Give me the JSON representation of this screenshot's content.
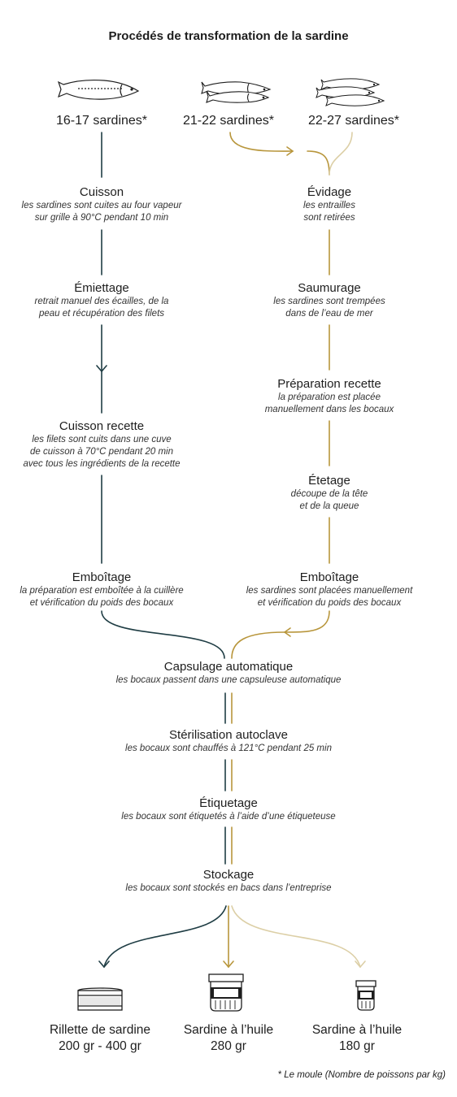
{
  "title": "Procédés de transformation de la sardine",
  "colors": {
    "dark": "#1f3d44",
    "gold": "#b8963c",
    "light": "#dccfa6",
    "text": "#1e1e1e"
  },
  "counts": [
    "16-17 sardines*",
    "21-22 sardines*",
    "22-27 sardines*"
  ],
  "left": {
    "cuisson": {
      "title": "Cuisson",
      "desc": [
        "les sardines sont cuites au four vapeur",
        "sur grille à 90°C pendant 10 min"
      ]
    },
    "emiettage": {
      "title": "Émiettage",
      "desc": [
        "retrait manuel des écailles, de la",
        "peau et récupération des filets"
      ]
    },
    "cuisson_recette": {
      "title": "Cuisson recette",
      "desc": [
        "les filets sont cuits dans une cuve",
        "de cuisson à 70°C pendant 20 min",
        "avec tous les ingrédients de la recette"
      ]
    },
    "emboitage": {
      "title": "Emboîtage",
      "desc": [
        "la préparation est emboîtée à la cuillère",
        "et vérification du poids des bocaux"
      ]
    }
  },
  "right": {
    "evidage": {
      "title": "Évidage",
      "desc": [
        "les entrailles",
        "sont retirées"
      ]
    },
    "saumurage": {
      "title": "Saumurage",
      "desc": [
        "les sardines sont trempées",
        "dans de l’eau de mer"
      ]
    },
    "preparation": {
      "title": "Préparation recette",
      "desc": [
        "la préparation est placée",
        "manuellement dans les bocaux"
      ]
    },
    "etetage": {
      "title": "Étetage",
      "desc": [
        "découpe de la tête",
        "et de la queue"
      ]
    },
    "emboitage": {
      "title": "Emboîtage",
      "desc": [
        "les sardines sont placées manuellement",
        "et vérification du poids des bocaux"
      ]
    }
  },
  "common": {
    "capsulage": {
      "title": "Capsulage automatique",
      "desc": "les bocaux passent dans une capsuleuse automatique"
    },
    "sterilisation": {
      "title": "Stérilisation autoclave",
      "desc": "les bocaux sont chauffés à 121°C pendant 25 min"
    },
    "etiquetage": {
      "title": "Étiquetage",
      "desc": "les bocaux sont étiquetés à l’aide d’une étiqueteuse"
    },
    "stockage": {
      "title": "Stockage",
      "desc": "les bocaux sont stockés en bacs dans l’entreprise"
    }
  },
  "outputs": [
    {
      "name": "Rillette de sardine",
      "weight": "200 gr - 400 gr",
      "icon": "can-icon"
    },
    {
      "name": "Sardine à l’huile",
      "weight": "280 gr",
      "icon": "large-jar-icon"
    },
    {
      "name": "Sardine à l’huile",
      "weight": "180 gr",
      "icon": "small-jar-icon"
    }
  ],
  "footnote": "* Le moule (Nombre de poissons par kg)"
}
